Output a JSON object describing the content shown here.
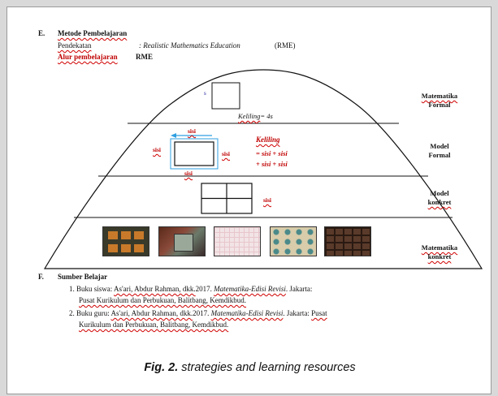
{
  "section_e": {
    "letter": "E.",
    "heading": "Metode Pembelajaran",
    "approach_label": "Pendekatan",
    "approach_value_italic": ": Realistic Mathematics Education",
    "approach_value_abbr": "(RME)",
    "flow_heading_red": "Alur pembelajaran",
    "flow_heading_rest": "RME"
  },
  "pyramid": {
    "levels": [
      {
        "label_line1": "Matematika",
        "label_line2": "Formal"
      },
      {
        "label_line1": "Model",
        "label_line2": "Formal"
      },
      {
        "label_line1": "Model",
        "label_line2": "konkret"
      },
      {
        "label_line1": "Matematika",
        "label_line2": "konkret"
      }
    ],
    "top_square_label": "s",
    "top_formula_word": "Keliling",
    "top_formula_rest": "= 4s",
    "model_formal": {
      "side_top": "sisi",
      "side_left": "sisi",
      "side_right": "sisi",
      "side_bottom": "sisi",
      "keliling_title": "Keliling",
      "formula_line1": "= sisi + sisi",
      "formula_line2": "+ sisi + sisi",
      "arrow_color": "#2f9fe0"
    },
    "model_konkret_label": "sisi"
  },
  "section_f": {
    "letter": "F.",
    "heading": "Sumber Belajar",
    "items": [
      {
        "num": "1.",
        "line1_a": "Buku siswa:",
        "line1_author": "As'ari, Abdur Rahman, dkk.",
        "line1_year": "2017.",
        "line1_title": "Matematika-Edisi Revisi",
        "line1_city": ". Jakarta:",
        "line2": "Pusat Kurikulum dan Perbukuan, Balitbang, Kemdikbud."
      },
      {
        "num": "2.",
        "line1_a": "Buku guru:",
        "line1_author": "As'ari, Abdur Rahman, dkk.",
        "line1_year": "2017.",
        "line1_title": "Matematika-Edisi Revisi",
        "line1_city": ". Jakarta:",
        "line1_tail": "Pusat",
        "line2": "Kurikulum dan Perbukuan, Balitbang, Kemdikbud."
      }
    ]
  },
  "caption": {
    "fig": "Fig. 2.",
    "text": "strategies and learning resources"
  },
  "colors": {
    "accent_red": "#c00000",
    "arrow_blue": "#2f9fe0"
  }
}
